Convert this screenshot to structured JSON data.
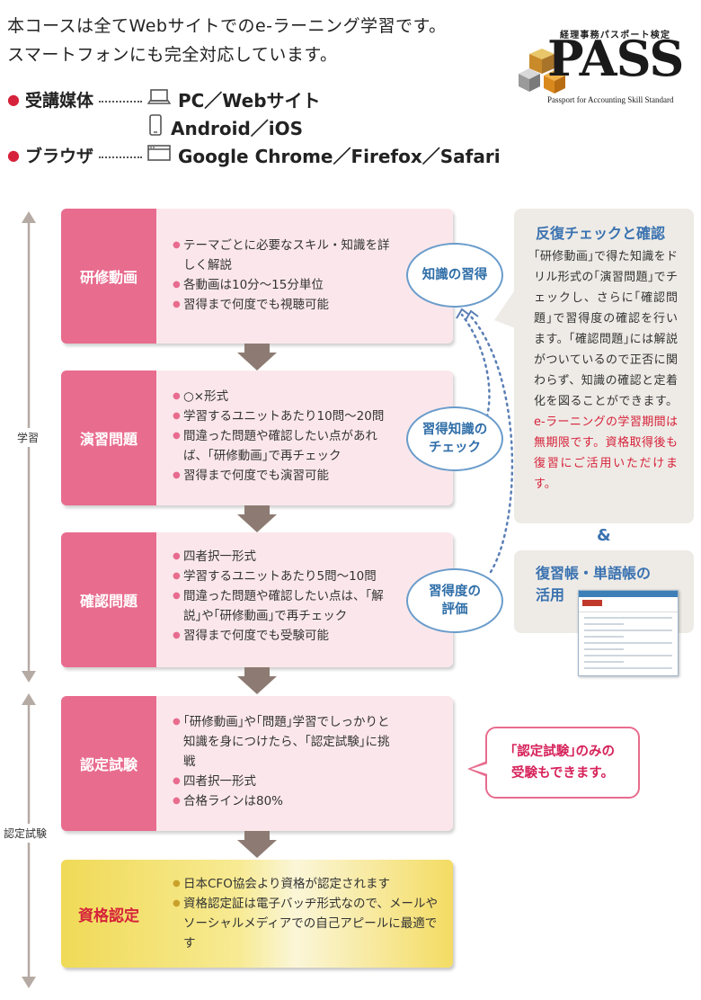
{
  "intro": {
    "line1": "本コースは全てWebサイトでのe-ラーニング学習です。",
    "line2": "スマートフォンにも完全対応しています。"
  },
  "media": {
    "bullet": "●",
    "label": "受講媒体",
    "value1": "PC／Webサイト",
    "value2": "Android／iOS",
    "icons": [
      "laptop-icon",
      "smartphone-icon"
    ]
  },
  "browser": {
    "bullet": "●",
    "label": "ブラウザ",
    "value": "Google Chrome／Firefox／Safari",
    "icon": "browser-window-icon"
  },
  "logo": {
    "kanji": "経理事務パスポート検定",
    "word": "PASS",
    "tagline": "Passport for Accounting Skill Standard"
  },
  "scale": {
    "study": "学習",
    "exam": "認定試験"
  },
  "steps": [
    {
      "label": "研修動画",
      "items": [
        "テーマごとに必要なスキル・知識を詳しく解説",
        "各動画は10分～15分単位",
        "習得まで何度でも視聴可能"
      ]
    },
    {
      "label": "演習問題",
      "items": [
        "○×形式",
        "学習するユニットあたり10問～20問",
        "間違った問題や確認したい点があれば、｢研修動画｣で再チェック",
        "習得まで何度でも演習可能"
      ]
    },
    {
      "label": "確認問題",
      "items": [
        "四者択一形式",
        "学習するユニットあたり5問～10問",
        "間違った問題や確認したい点は、｢解説｣や｢研修動画｣で再チェック",
        "習得まで何度でも受験可能"
      ]
    },
    {
      "label": "認定試験",
      "items": [
        "｢研修動画｣や｢問題｣学習でしっかりと知識を身につけたら、｢認定試験｣に挑戦",
        "四者択一形式",
        "合格ラインは80%"
      ]
    },
    {
      "label": "資格認定",
      "items": [
        "日本CFO協会より資格が認定されます",
        "資格認定証は電子バッヂ形式なので、メールやソーシャルメディアでの自己アピールに最適です"
      ]
    }
  ],
  "bubbles": [
    {
      "line1": "知識の習得",
      "line2": ""
    },
    {
      "line1": "習得知識の",
      "line2": "チェック"
    },
    {
      "line1": "習得度の",
      "line2": "評価"
    }
  ],
  "review_panel": {
    "title": "反復チェックと確認",
    "body": "｢研修動画｣で得た知識をドリル形式の｢演習問題｣でチェックし、さらに｢確認問題｣で習得度の確認を行います。｢確認問題｣には解説がついているので正否に関わらず、知識の確認と定着化を図ることができます。",
    "body_red": "e-ラーニングの学習期間は無期限です。資格取得後も復習にご活用いただけます。"
  },
  "amp": "&",
  "notebook_panel": {
    "title_line1": "復習帳・単語帳の",
    "title_line2": "活用"
  },
  "exam_callout": {
    "line1": "｢認定試験｣のみの",
    "line2": "受験もできます。"
  },
  "colors": {
    "pink_label": "#e86c8e",
    "pink_bg": "#fbe7eb",
    "blue": "#3a72b0",
    "red": "#d6223a",
    "arrow": "#8d7b73",
    "gold": "#f0da57"
  }
}
